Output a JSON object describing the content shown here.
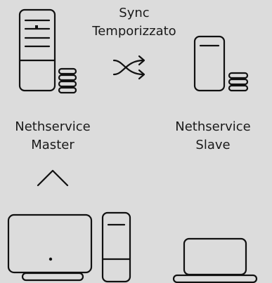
{
  "sync": {
    "line1": "Sync",
    "line2": "Temporizzato"
  },
  "master": {
    "line1": "Nethservice",
    "line2": "Master"
  },
  "slave": {
    "line1": "Nethservice",
    "line2": "Slave"
  }
}
